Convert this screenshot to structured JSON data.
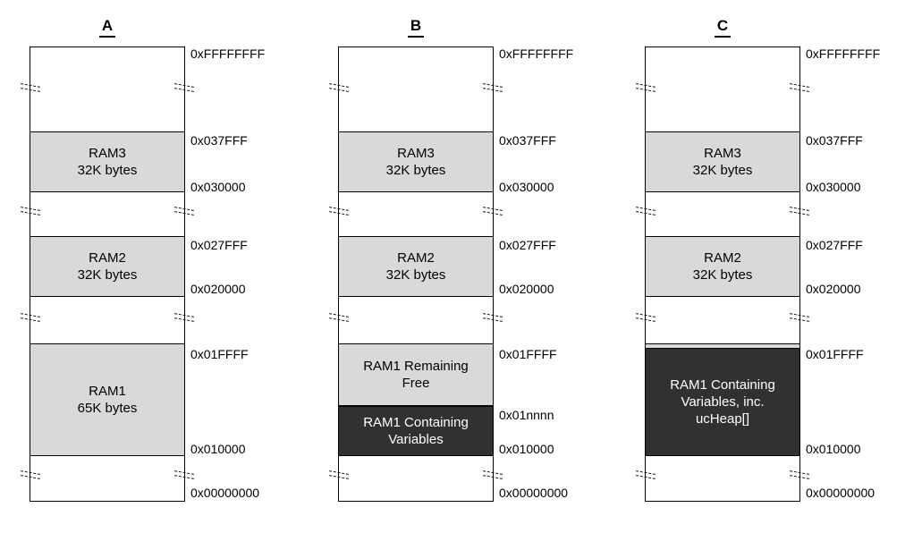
{
  "colors": {
    "background": "#ffffff",
    "border": "#000000",
    "text": "#000000",
    "light_segment_fill": "#d9d9d9",
    "dark_segment_fill": "#313131",
    "dark_segment_text": "#ffffff"
  },
  "columns": [
    {
      "header": "A",
      "segments": [
        {
          "name": "ram3",
          "label": "RAM3\n32K bytes"
        },
        {
          "name": "ram2",
          "label": "RAM2\n32K bytes"
        },
        {
          "name": "ram1",
          "label": "RAM1\n65K bytes"
        }
      ],
      "addresses": [
        "0xFFFFFFFF",
        "0x037FFF",
        "0x030000",
        "0x027FFF",
        "0x020000",
        "0x01FFFF",
        "0x010000",
        "0x00000000"
      ]
    },
    {
      "header": "B",
      "segments": [
        {
          "name": "ram3",
          "label": "RAM3\n32K bytes"
        },
        {
          "name": "ram2",
          "label": "RAM2\n32K bytes"
        },
        {
          "name": "ram1_remaining_free",
          "label": "RAM1 Remaining\nFree"
        },
        {
          "name": "ram1_containing_variables",
          "label": "RAM1 Containing\nVariables"
        }
      ],
      "addresses": [
        "0xFFFFFFFF",
        "0x037FFF",
        "0x030000",
        "0x027FFF",
        "0x020000",
        "0x01FFFF",
        "0x01nnnn",
        "0x010000",
        "0x00000000"
      ]
    },
    {
      "header": "C",
      "segments": [
        {
          "name": "ram3",
          "label": "RAM3\n32K bytes"
        },
        {
          "name": "ram2",
          "label": "RAM2\n32K bytes"
        },
        {
          "name": "ram1_containing_variables_heap",
          "label": "RAM1 Containing\nVariables, inc.\nucHeap[]"
        }
      ],
      "addresses": [
        "0xFFFFFFFF",
        "0x037FFF",
        "0x030000",
        "0x027FFF",
        "0x020000",
        "0x01FFFF",
        "0x010000",
        "0x00000000"
      ]
    }
  ]
}
